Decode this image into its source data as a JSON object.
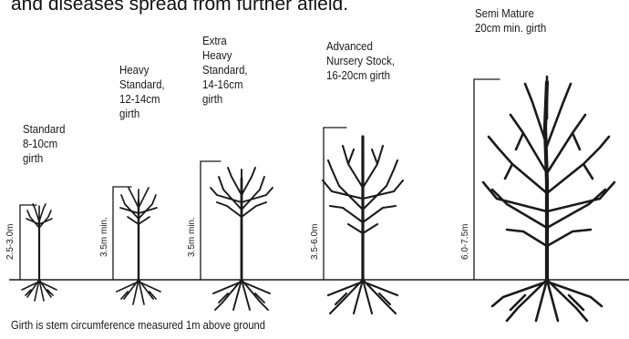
{
  "header": {
    "partial_text": "and diseases spread from further afield."
  },
  "sizes": [
    {
      "label": "Standard\n8-10cm\ngirth",
      "height_mark": "2.5-3.0m"
    },
    {
      "label": "Heavy\nStandard,\n12-14cm\ngirth",
      "height_mark": "3.5m min."
    },
    {
      "label": "Extra\nHeavy\nStandard,\n14-16cm\ngirth",
      "height_mark": "3.5m min."
    },
    {
      "label": "Advanced\nNursery Stock,\n16-20cm girth",
      "height_mark": "3.5-6.0m"
    },
    {
      "label": "Semi Mature\n20cm min. girth",
      "height_mark": "6.0-7.5m"
    }
  ],
  "footer": {
    "note": "Girth is stem circumference measured 1m above ground"
  },
  "colors": {
    "ink": "#1a1a1a",
    "background": "#ffffff"
  }
}
